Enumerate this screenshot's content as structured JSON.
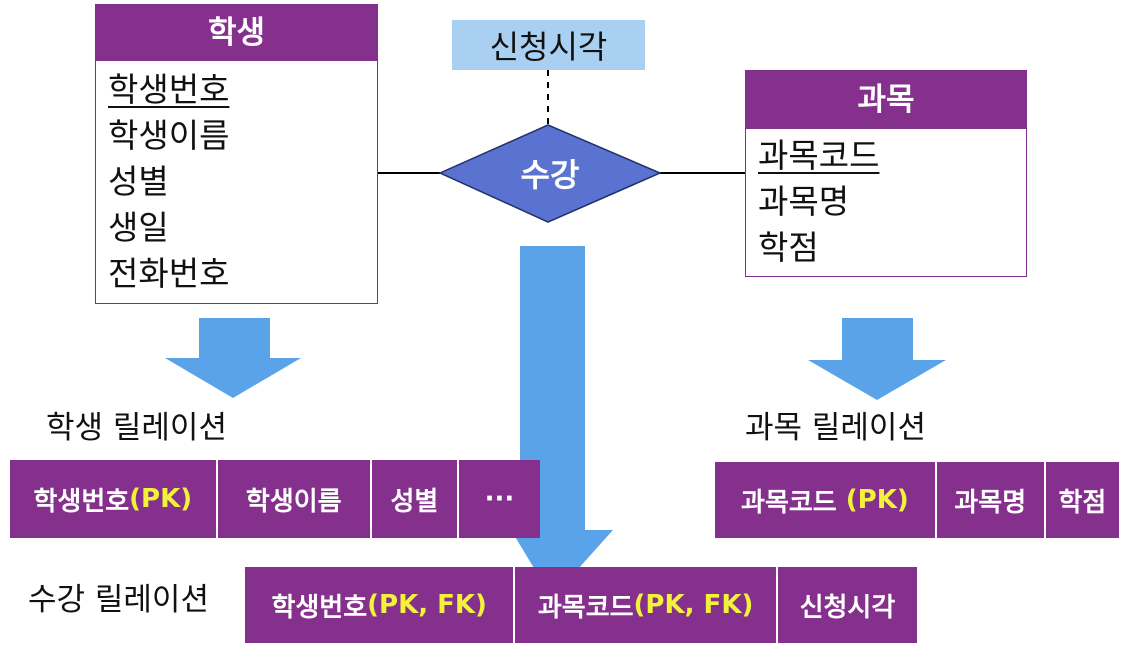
{
  "student_entity": {
    "title": "학생",
    "attributes": [
      "학생번호",
      "학생이름",
      "성별",
      "생일",
      "전화번호"
    ]
  },
  "course_entity": {
    "title": "과목",
    "attributes": [
      "과목코드",
      "과목명",
      "학점"
    ]
  },
  "relationship": {
    "name": "수강",
    "attribute": "신청시각"
  },
  "student_relation": {
    "label": "학생 릴레이션",
    "cols": [
      "학생번호",
      "학생이름",
      "성별",
      "···"
    ],
    "key_suffix": "(PK)"
  },
  "course_relation": {
    "label": "과목 릴레이션",
    "cols": [
      "과목코드",
      "과목명",
      "학점"
    ],
    "key_suffix": "(PK)"
  },
  "enroll_relation": {
    "label": "수강 릴레이션",
    "cols": [
      "학생번호",
      "과목코드",
      "신청시각"
    ],
    "key_suffix": "(PK, FK)"
  },
  "colors": {
    "entity": "#84308c",
    "relationship": "#5b73d0",
    "arrow": "#5aa3e8",
    "attribute_box": "#a9d0f1",
    "key": "#f2f23a"
  }
}
